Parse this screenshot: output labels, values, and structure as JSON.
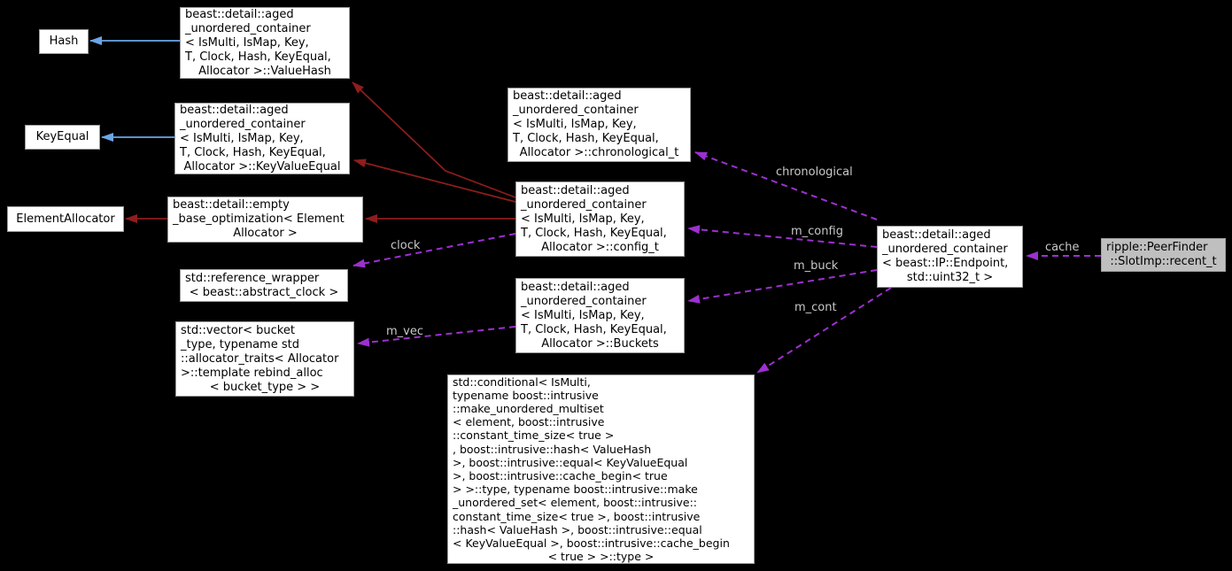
{
  "colors": {
    "background": "#000000",
    "node_fill": "#ffffff",
    "node_border": "#9a9a9a",
    "node_text": "#000000",
    "highlight_fill": "#bfbfbf",
    "highlight_border": "#9e9e9e",
    "edge_label_text": "#c8c8c8",
    "inheritance_public": "#6ca6e8",
    "inheritance_private": "#8f1d1d",
    "usage_edge": "#9d30d0"
  },
  "nodes": {
    "hash": {
      "lines": [
        "Hash"
      ]
    },
    "valuehash": {
      "lines": [
        "beast::detail::aged",
        "_unordered_container",
        "< IsMulti, IsMap, Key,",
        "T, Clock, Hash, KeyEqual,",
        "Allocator >::ValueHash"
      ]
    },
    "keyequal": {
      "lines": [
        "KeyEqual"
      ]
    },
    "keyvalueequal": {
      "lines": [
        "beast::detail::aged",
        "_unordered_container",
        "< IsMulti, IsMap, Key,",
        "T, Clock, Hash, KeyEqual,",
        "Allocator >::KeyValueEqual"
      ]
    },
    "elementallocator": {
      "lines": [
        "ElementAllocator"
      ]
    },
    "emptybase": {
      "lines": [
        "beast::detail::empty",
        "_base_optimization< Element",
        "Allocator >"
      ]
    },
    "refwrapper": {
      "lines": [
        "std::reference_wrapper",
        "< beast::abstract_clock >"
      ]
    },
    "vector": {
      "lines": [
        "std::vector< bucket",
        "_type, typename std",
        "::allocator_traits< Allocator",
        ">::template rebind_alloc",
        "< bucket_type > >"
      ]
    },
    "chronological": {
      "lines": [
        "beast::detail::aged",
        "_unordered_container",
        "< IsMulti, IsMap, Key,",
        "T, Clock, Hash, KeyEqual,",
        "Allocator >::chronological_t"
      ]
    },
    "configt": {
      "lines": [
        "beast::detail::aged",
        "_unordered_container",
        "< IsMulti, IsMap, Key,",
        "T, Clock, Hash, KeyEqual,",
        "Allocator >::config_t"
      ]
    },
    "buckets": {
      "lines": [
        "beast::detail::aged",
        "_unordered_container",
        "< IsMulti, IsMap, Key,",
        "T, Clock, Hash, KeyEqual,",
        "Allocator >::Buckets"
      ]
    },
    "container": {
      "lines": [
        "beast::detail::aged",
        "_unordered_container",
        "< beast::IP::Endpoint,",
        "std::uint32_t >"
      ]
    },
    "recentt": {
      "lines": [
        "ripple::PeerFinder",
        "::SlotImp::recent_t"
      ]
    },
    "conditional": {
      "lines": [
        "std::conditional< IsMulti,",
        "typename boost::intrusive",
        "::make_unordered_multiset",
        "< element, boost::intrusive",
        "::constant_time_size< true >",
        ", boost::intrusive::hash< ValueHash",
        ">, boost::intrusive::equal< KeyValueEqual",
        ">, boost::intrusive::cache_begin< true",
        "> >::type, typename boost::intrusive::make",
        "_unordered_set< element, boost::intrusive::",
        "constant_time_size< true >, boost::intrusive",
        "::hash< ValueHash >, boost::intrusive::equal",
        "< KeyValueEqual >, boost::intrusive::cache_begin",
        "< true > >::type >"
      ]
    }
  },
  "edge_labels": {
    "chronological": "chronological",
    "m_config": "m_config",
    "m_buck": "m_buck",
    "m_cont": "m_cont",
    "clock": "clock",
    "m_vec": "m_vec",
    "cache": "cache"
  }
}
